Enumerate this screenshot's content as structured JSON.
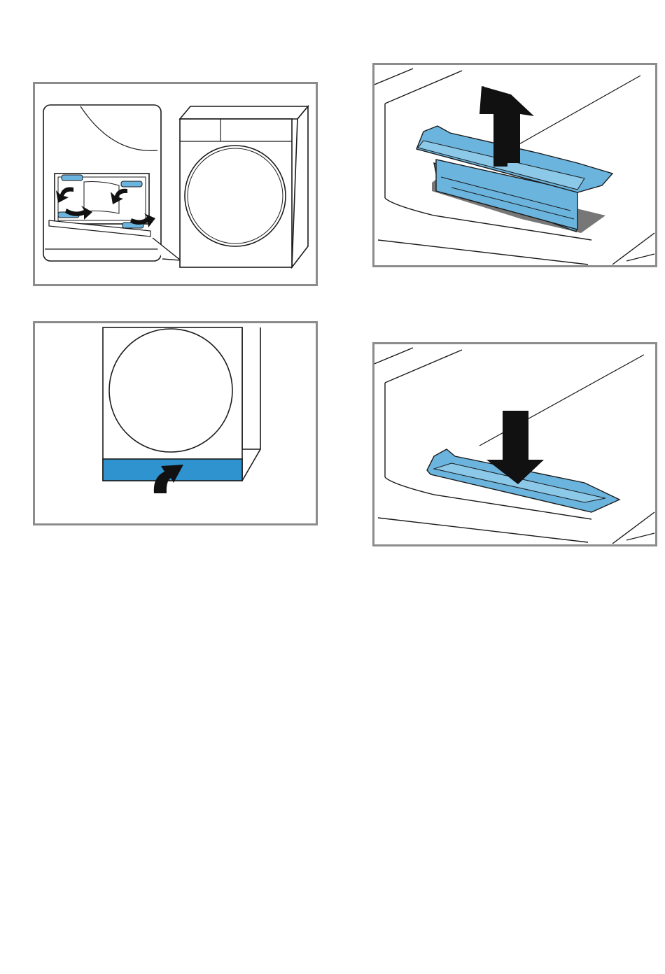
{
  "illustrations": [
    {
      "id": "remove-plinth-screws",
      "icons": [
        "dryer-icon",
        "zoom-detail-icon",
        "rotate-arrow-icon"
      ]
    },
    {
      "id": "lift-condensate-tray",
      "icons": [
        "up-arrow-icon",
        "tray-icon"
      ]
    },
    {
      "id": "fold-up-plinth",
      "icons": [
        "dryer-icon",
        "curved-arrow-icon"
      ]
    },
    {
      "id": "insert-condensate-tray",
      "icons": [
        "down-arrow-icon",
        "tray-icon"
      ]
    }
  ],
  "colors": {
    "border": "#8c8c8c",
    "line": "#1a1a1a",
    "accent_blue": "#6ab4de",
    "accent_blue_dark": "#2f93cf",
    "shadow": "#777777"
  }
}
